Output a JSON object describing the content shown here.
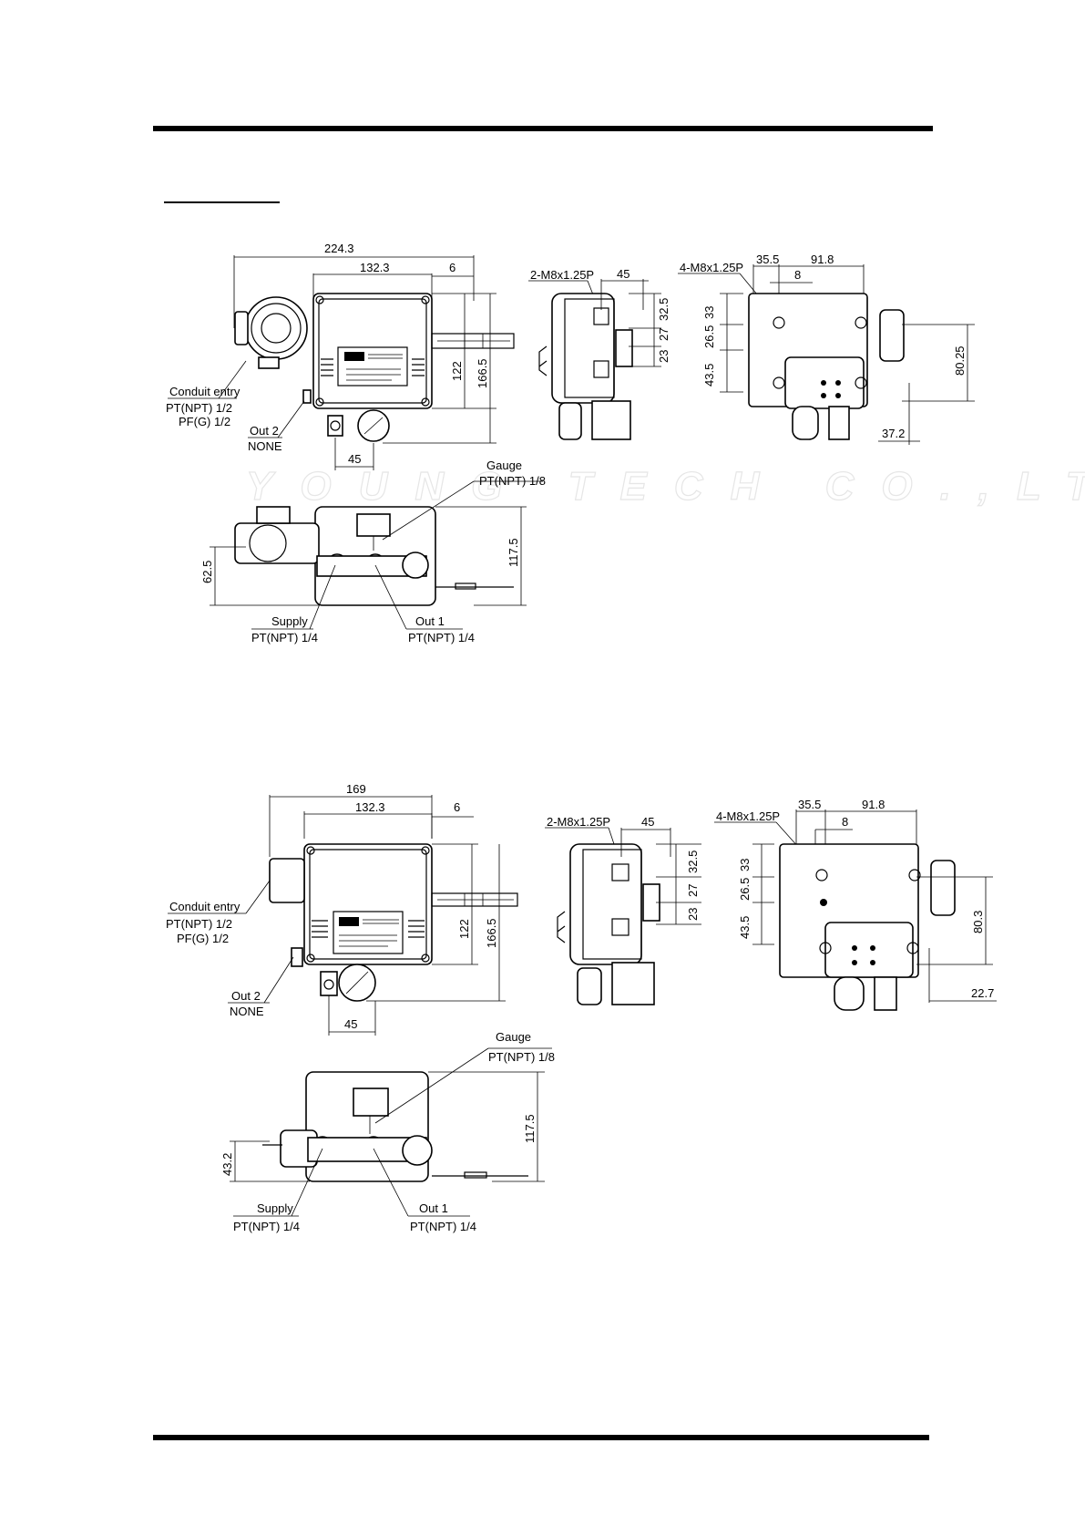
{
  "watermark": "YOUNG TECH CO.,LTD",
  "set1": {
    "front": {
      "dims": {
        "overall": "224.3",
        "body": "132.3",
        "offset": "6",
        "h_inner": "122",
        "h_outer": "166.5",
        "bottom": "45"
      },
      "callouts": {
        "conduit_title": "Conduit entry",
        "conduit_pt": "PT(NPT) 1/2",
        "conduit_pf": "PF(G) 1/2",
        "out2_title": "Out 2",
        "out2_value": "NONE"
      }
    },
    "side": {
      "thread": "2-M8x1.25P",
      "dims": {
        "w": "45",
        "d1": "32.5",
        "d2": "27",
        "d3": "23"
      }
    },
    "rear": {
      "thread": "4-M8x1.25P",
      "dims": {
        "a": "35.5",
        "b": "91.8",
        "c": "8",
        "v1": "33",
        "v2": "26.5",
        "v3": "43.5",
        "h": "80.25",
        "bottom": "37.2"
      }
    },
    "bottom": {
      "dims": {
        "left": "62.5",
        "height": "117.5"
      },
      "callouts": {
        "gauge_title": "Gauge",
        "gauge_value": "PT(NPT) 1/8",
        "supply_title": "Supply",
        "supply_value": "PT(NPT) 1/4",
        "out1_title": "Out 1",
        "out1_value": "PT(NPT) 1/4"
      }
    }
  },
  "set2": {
    "front": {
      "dims": {
        "overall": "169",
        "body": "132.3",
        "offset": "6",
        "h_inner": "122",
        "h_outer": "166.5",
        "bottom": "45"
      },
      "callouts": {
        "conduit_title": "Conduit entry",
        "conduit_pt": "PT(NPT) 1/2",
        "conduit_pf": "PF(G) 1/2",
        "out2_title": "Out 2",
        "out2_value": "NONE"
      }
    },
    "side": {
      "thread": "2-M8x1.25P",
      "dims": {
        "w": "45",
        "d1": "32.5",
        "d2": "27",
        "d3": "23"
      }
    },
    "rear": {
      "thread": "4-M8x1.25P",
      "dims": {
        "a": "35.5",
        "b": "91.8",
        "c": "8",
        "v1": "33",
        "v2": "26.5",
        "v3": "43.5",
        "h": "80.3",
        "bottom": "22.7"
      }
    },
    "bottom": {
      "dims": {
        "left": "43.2",
        "height": "117.5"
      },
      "callouts": {
        "gauge_title": "Gauge",
        "gauge_value": "PT(NPT) 1/8",
        "supply_title": "Supply",
        "supply_value": "PT(NPT) 1/4",
        "out1_title": "Out 1",
        "out1_value": "PT(NPT) 1/4"
      }
    }
  }
}
